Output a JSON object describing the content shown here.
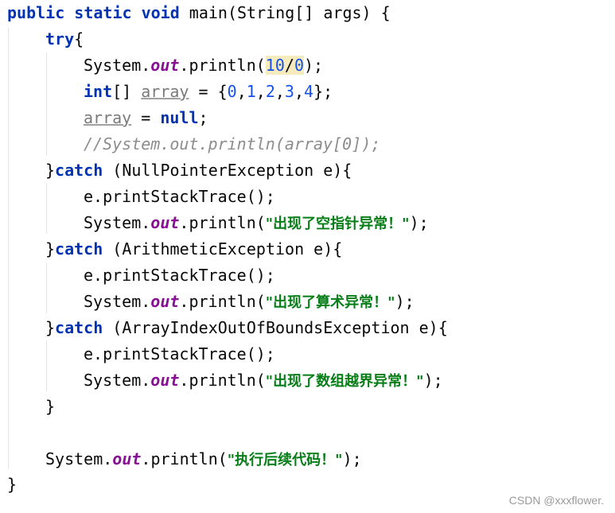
{
  "code": {
    "l1_kw": "public static void ",
    "l1_rest": "main(String[] args) {",
    "l2_kw": "try",
    "l2_rest": "{",
    "l3_pre": "System.",
    "l3_out": "out",
    "l3_call": ".println(",
    "l3_n1": "10",
    "l3_div": "/",
    "l3_n2": "0",
    "l3_end": ");",
    "l4_kw": "int",
    "l4_br": "[] ",
    "l4_var": "array",
    "l4_eq": " = {",
    "l4_v0": "0",
    "l4_v1": "1",
    "l4_v2": "2",
    "l4_v3": "3",
    "l4_v4": "4",
    "l4_comma": ",",
    "l4_end": "};",
    "l5_var": "array",
    "l5_eq": " = ",
    "l5_null": "null",
    "l5_end": ";",
    "l6_comment": "//System.out.println(array[0]);",
    "l7_brace": "}",
    "l7_kw": "catch",
    "l7_rest": " (NullPointerException e){",
    "l8": "e.printStackTrace();",
    "l9_pre": "System.",
    "l9_out": "out",
    "l9_call": ".println(",
    "l9_str": "\"出现了空指针异常！\"",
    "l9_end": ");",
    "l10_brace": "}",
    "l10_kw": "catch",
    "l10_rest": " (ArithmeticException e){",
    "l11": "e.printStackTrace();",
    "l12_pre": "System.",
    "l12_out": "out",
    "l12_call": ".println(",
    "l12_str": "\"出现了算术异常！\"",
    "l12_end": ");",
    "l13_brace": "}",
    "l13_kw": "catch",
    "l13_rest": " (ArrayIndexOutOfBoundsException e){",
    "l14": "e.printStackTrace();",
    "l15_pre": "System.",
    "l15_out": "out",
    "l15_call": ".println(",
    "l15_str": "\"出现了数组越界异常！\"",
    "l15_end": ");",
    "l16": "}",
    "l18_pre": "System.",
    "l18_out": "out",
    "l18_call": ".println(",
    "l18_str": "\"执行后续代码！\"",
    "l18_end": ");",
    "l19": "}"
  },
  "watermark": "CSDN @xxxflower.",
  "colors": {
    "keyword": "#0033b3",
    "static_field": "#871094",
    "number": "#1750eb",
    "string": "#067d17",
    "comment": "#8c8c8c",
    "highlight": "#f6ebbc"
  }
}
